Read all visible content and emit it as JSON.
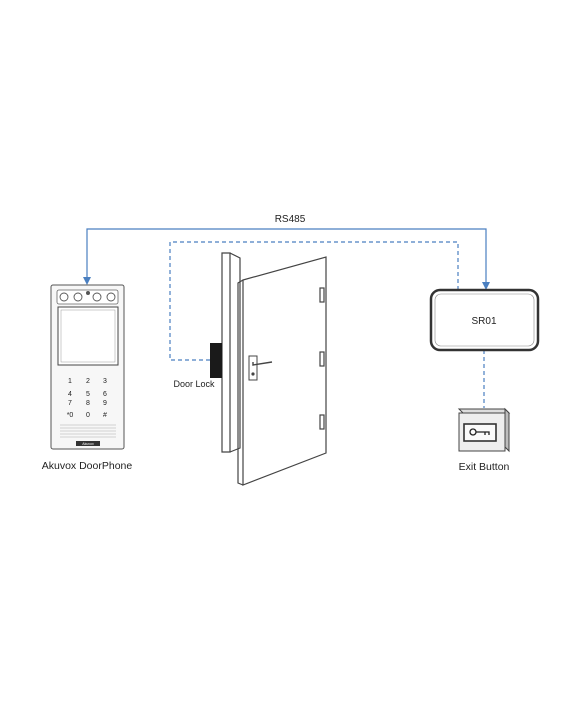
{
  "connection": {
    "rs485_label": "RS485"
  },
  "devices": {
    "doorphone": {
      "label": "Akuvox DoorPhone",
      "brand": "Akuvox",
      "keypad": [
        "1",
        "2",
        "3",
        "4",
        "5",
        "6",
        "7",
        "8",
        "9",
        "*0",
        "0",
        "#"
      ]
    },
    "door_lock": {
      "label": "Door Lock"
    },
    "sr01": {
      "label": "SR01"
    },
    "exit_button": {
      "label": "Exit Button"
    }
  },
  "colors": {
    "wire": "#4a7fc0",
    "outline": "#444444",
    "lock": "#1a1a1a",
    "panel_dark": "#333333"
  }
}
